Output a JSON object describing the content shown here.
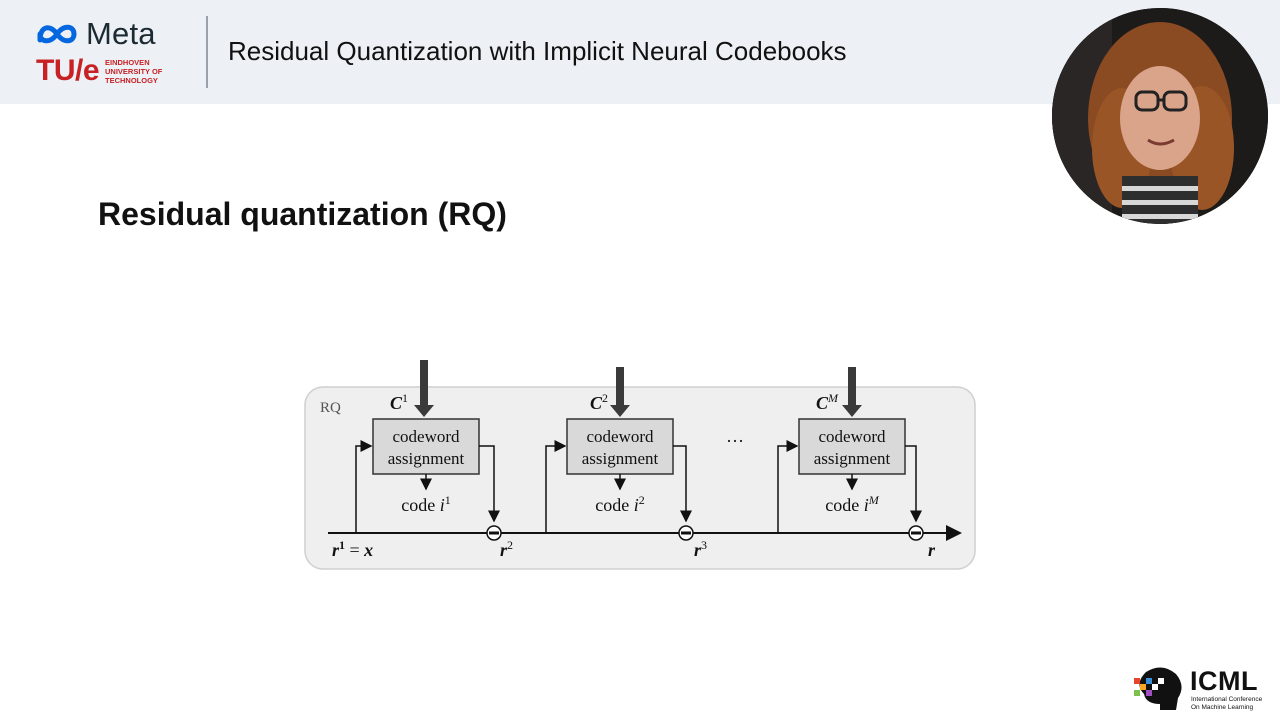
{
  "header": {
    "meta_label": "Meta",
    "tue_mark": "TU/e",
    "tue_sub": [
      "EINDHOVEN",
      "UNIVERSITY OF",
      "TECHNOLOGY"
    ],
    "deck_title": "Residual Quantization with Implicit Neural Codebooks"
  },
  "slide": {
    "heading": "Residual quantization (RQ)"
  },
  "diagram": {
    "container_label": "RQ",
    "ellipsis": "···",
    "stages": [
      {
        "codebook": "C",
        "codebook_sup": "1",
        "block_line1": "codeword",
        "block_line2": "assignment",
        "code_prefix": "code ",
        "code_var": "i",
        "code_sup": "1"
      },
      {
        "codebook": "C",
        "codebook_sup": "2",
        "block_line1": "codeword",
        "block_line2": "assignment",
        "code_prefix": "code ",
        "code_var": "i",
        "code_sup": "2"
      },
      {
        "codebook": "C",
        "codebook_sup": "M",
        "block_line1": "codeword",
        "block_line2": "assignment",
        "code_prefix": "code ",
        "code_var": "i",
        "code_sup": "M"
      }
    ],
    "residual_labels": {
      "r1_base": "r",
      "r1_sup": "1",
      "r1_rest": " = ",
      "r1_x": "x",
      "r2_base": "r",
      "r2_sup": "2",
      "r3_base": "r",
      "r3_sup": "3",
      "final": "r"
    }
  },
  "footer": {
    "icml_word": "ICML",
    "icml_sub": [
      "International Conference",
      "On Machine Learning"
    ]
  },
  "colors": {
    "header_bg": "#edf1f5",
    "meta_blue": "#0467df",
    "tue_red": "#c72125",
    "diagram_panel": "#efefef",
    "block_fill": "#d9d9d9"
  }
}
